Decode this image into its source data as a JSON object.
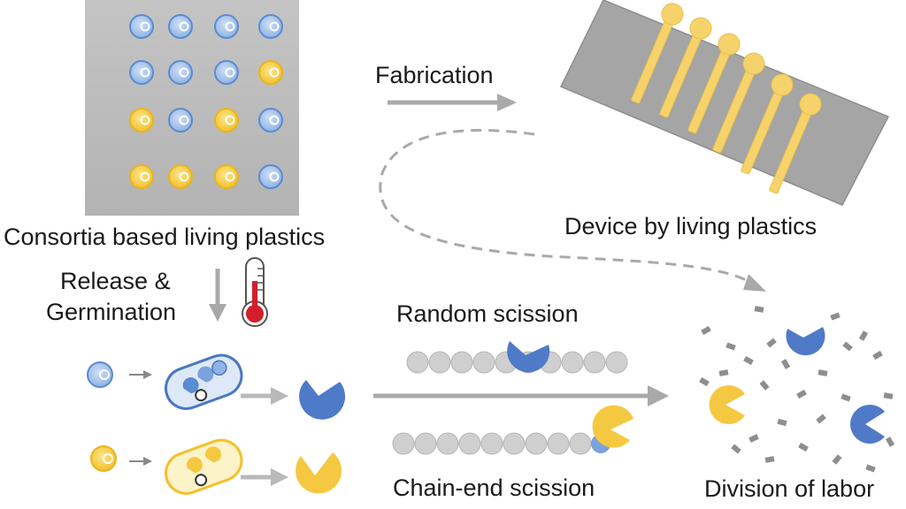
{
  "labels": {
    "consortia": "Consortia based living plastics",
    "release": "Release &",
    "germination": "Germination",
    "fabrication": "Fabrication",
    "device": "Device by living plastics",
    "random": "Random scission",
    "chain_end": "Chain-end scission",
    "division": "Division of labor"
  },
  "colors": {
    "blue_spore_fill": "#9dbde8",
    "blue_spore_edge": "#5b8bd0",
    "yellow_spore_fill": "#f7cf4a",
    "yellow_spore_edge": "#e8b51e",
    "panel_gray": "#bdbdbd",
    "device_plate": "#a6a6a6",
    "electrode_yellow": "#f6d36a",
    "arrow_gray": "#a9a9a9",
    "polymer_gray": "#cfcfcf",
    "enzyme_blue": "#4f7ac8",
    "enzyme_yellow": "#f5c842",
    "thermometer_red": "#d21f2b"
  },
  "spore_grid": [
    [
      "blue",
      "blue",
      "blue",
      "blue"
    ],
    [
      "blue",
      "blue",
      "blue",
      "yellow"
    ],
    [
      "yellow",
      "blue",
      "yellow",
      "blue"
    ],
    [
      "yellow",
      "yellow",
      "yellow",
      "blue"
    ]
  ],
  "icons": {
    "thermometer": "thermometer-icon",
    "blue_enzyme": "pacman-enzyme-icon",
    "yellow_enzyme": "pacman-enzyme-icon"
  }
}
